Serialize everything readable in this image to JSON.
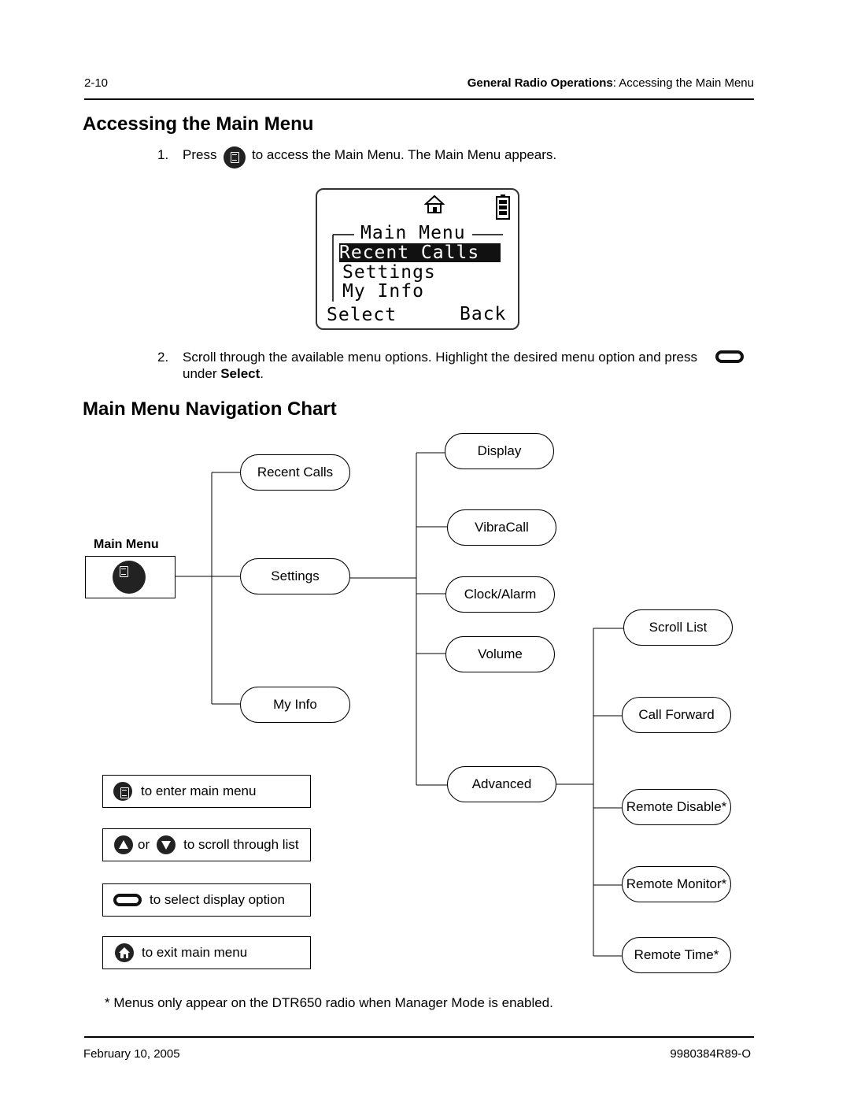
{
  "header": {
    "page_number": "2-10",
    "section_bold": "General Radio Operations",
    "section_rest": ": Accessing the Main Menu"
  },
  "section1": {
    "title": "Accessing the Main Menu",
    "step1": {
      "num": "1.",
      "before": "Press",
      "after": "to access the Main Menu. The Main Menu appears."
    },
    "lcd": {
      "title": "Main Menu",
      "items": [
        "Recent Calls",
        "Settings",
        "My Info"
      ],
      "softkey_left": "Select",
      "softkey_right": "Back"
    },
    "step2": {
      "num": "2.",
      "line1": "Scroll through the available menu options. Highlight the desired menu option and press",
      "line2_prefix": "under ",
      "line2_bold": "Select",
      "line2_suffix": "."
    }
  },
  "section2": {
    "title": "Main Menu Navigation Chart",
    "main_menu_label": "Main Menu",
    "level1": [
      "Recent Calls",
      "Settings",
      "My Info"
    ],
    "settings_children": [
      "Display",
      "VibraCall",
      "Clock/Alarm",
      "Volume",
      "Advanced"
    ],
    "advanced_children": [
      "Scroll List",
      "Call Forward",
      "Remote Disable*",
      "Remote Monitor*",
      "Remote Time*"
    ],
    "legend": {
      "enter": "to enter main menu",
      "scroll_or": "or",
      "scroll": "to scroll through list",
      "select": "to select display option",
      "exit": "to exit main menu"
    },
    "footnote": "* Menus only appear on the DTR650 radio when Manager Mode is enabled."
  },
  "footer": {
    "date": "February 10, 2005",
    "doc_number": "9980384R89-O"
  },
  "icons": [
    "menu-icon",
    "softkey-icon",
    "up-arrow-icon",
    "down-arrow-icon",
    "home-icon",
    "battery-icon"
  ]
}
